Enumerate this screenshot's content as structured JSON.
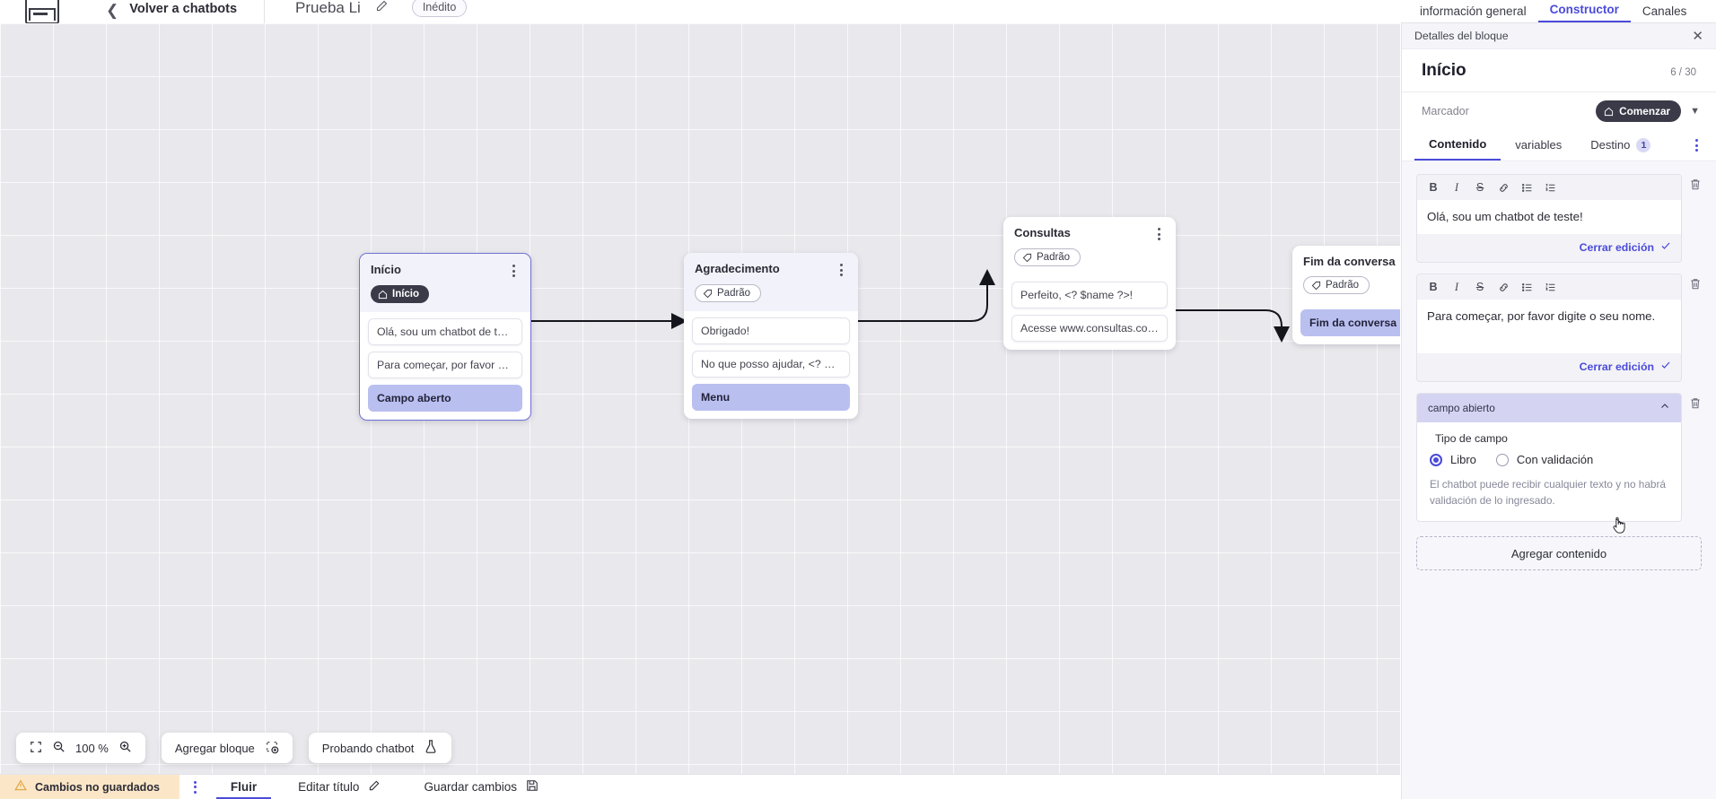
{
  "topbar": {
    "logo_icon": "brand-logo-icon",
    "back_chevron_icon": "chevron-left-icon",
    "back_label": "Volver a chatbots",
    "bot_title": "Prueba Li",
    "edit_icon": "pencil-icon",
    "status_chip": "Inédito"
  },
  "right_tabs": [
    {
      "label": "información general",
      "active": false
    },
    {
      "label": "Constructor",
      "active": true
    },
    {
      "label": "Canales",
      "active": false
    }
  ],
  "canvas": {
    "nodes": [
      {
        "id": "inicio",
        "title": "Início",
        "badge": "Início",
        "badge_type": "start",
        "badge_icon": "home-icon",
        "kebab_icon": "kebab-menu-icon",
        "selected": true,
        "messages": [
          {
            "text": "Olá, sou um chatbot de teste!",
            "kind": "message"
          },
          {
            "text": "Para começar, por favor digite o ...",
            "kind": "message"
          },
          {
            "text": "Campo aberto",
            "kind": "field"
          }
        ]
      },
      {
        "id": "agradecimento",
        "title": "Agradecimento",
        "badge": "Padrão",
        "badge_type": "default",
        "badge_icon": "tag-icon",
        "kebab_icon": "kebab-menu-icon",
        "selected": false,
        "messages": [
          {
            "text": "Obrigado!",
            "kind": "message"
          },
          {
            "text": "No que posso ajudar, <? $name ...",
            "kind": "message"
          },
          {
            "text": "Menu",
            "kind": "field"
          }
        ]
      },
      {
        "id": "consultas",
        "title": "Consultas",
        "badge": "Padrão",
        "badge_type": "default",
        "badge_icon": "tag-icon",
        "kebab_icon": "kebab-menu-icon",
        "selected": false,
        "messages": [
          {
            "text": "Perfeito, <? $name ?>!",
            "kind": "message"
          },
          {
            "text": "Acesse www.consultas.com par...",
            "kind": "message"
          }
        ]
      },
      {
        "id": "fim",
        "title": "Fim da conversa",
        "badge": "Padrão",
        "badge_type": "default",
        "badge_icon": "tag-icon",
        "kebab_icon": "kebab-menu-icon",
        "selected": false,
        "messages": [
          {
            "text": "Fim da conversa",
            "kind": "field"
          }
        ]
      }
    ]
  },
  "floating_toolbar": {
    "fit_icon": "fit-screen-icon",
    "zoom_out_icon": "zoom-out-icon",
    "zoom_level": "100 %",
    "zoom_in_icon": "zoom-in-icon",
    "add_block_label": "Agregar bloque",
    "add_block_icon": "add-block-icon",
    "test_label": "Probando chatbot",
    "test_icon": "flask-icon"
  },
  "statusbar": {
    "warning_icon": "warning-triangle-icon",
    "unsaved_label": "Cambios no guardados",
    "kebab_icon": "kebab-menu-icon",
    "flow_tab": "Fluir",
    "edit_title_label": "Editar título",
    "edit_title_icon": "pencil-icon",
    "save_label": "Guardar cambios",
    "save_icon": "save-disk-icon"
  },
  "panel": {
    "header_title": "Detalles del bloque",
    "close_icon": "close-icon",
    "title": "Início",
    "count": "6 / 30",
    "marker_label": "Marcador",
    "marker_value": "Comenzar",
    "marker_icon": "home-icon",
    "marker_caret_icon": "chevron-down-icon",
    "tabs": [
      {
        "label": "Contenido",
        "active": true,
        "badge": ""
      },
      {
        "label": "variables",
        "active": false,
        "badge": ""
      },
      {
        "label": "Destino",
        "active": false,
        "badge": "1"
      }
    ],
    "tabs_more_icon": "kebab-menu-icon",
    "editor_toolbar": [
      {
        "icon": "bold-icon",
        "glyph": "B"
      },
      {
        "icon": "italic-icon",
        "glyph": "I"
      },
      {
        "icon": "strikethrough-icon",
        "glyph": "S"
      },
      {
        "icon": "link-icon",
        "glyph": "⊘"
      },
      {
        "icon": "bulleted-list-icon",
        "glyph": "☰"
      },
      {
        "icon": "numbered-list-icon",
        "glyph": "≡"
      }
    ],
    "delete_icon": "trash-icon",
    "blocks": [
      {
        "text": "Olá, sou um chatbot de teste!",
        "close_label": "Cerrar edición",
        "check_icon": "check-icon"
      },
      {
        "text": "Para começar, por favor digite o seu nome.",
        "close_label": "Cerrar edición",
        "check_icon": "check-icon"
      }
    ],
    "field_card": {
      "header": "campo abierto",
      "collapse_icon": "chevron-up-icon",
      "legend": "Tipo de campo",
      "options": [
        {
          "label": "Libro",
          "selected": true
        },
        {
          "label": "Con validación",
          "selected": false
        }
      ],
      "hint": "El chatbot puede recibir cualquier texto y no habrá validación de lo ingresado."
    },
    "add_content_label": "Agregar contenido"
  },
  "colors": {
    "accent": "#4b4bdb",
    "field_fill": "#b9bfef",
    "warning_bg": "#fbe7c8",
    "dark_badge": "#3a3a48"
  }
}
